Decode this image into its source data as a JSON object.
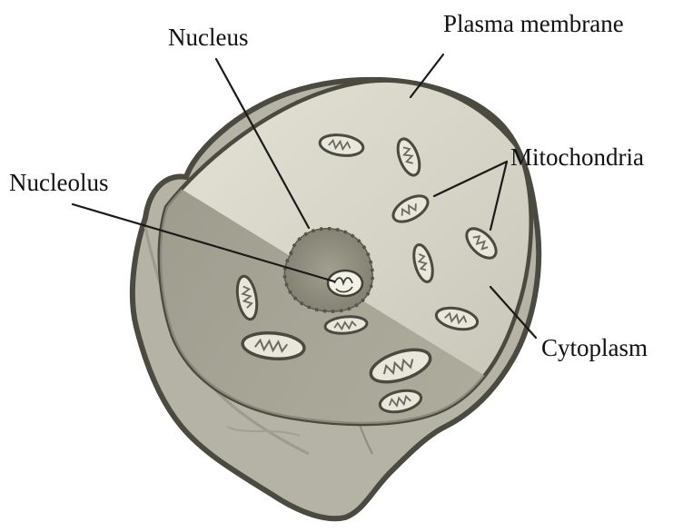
{
  "labels": {
    "plasma_membrane": "Plasma membrane",
    "nucleus": "Nucleus",
    "nucleolus": "Nucleolus",
    "mitochondria": "Mitochondria",
    "cytoplasm": "Cytoplasm"
  },
  "colors": {
    "outline": "#4a4a40",
    "body": "#b4b3a6",
    "body_light": "#c6c5b8",
    "cut_face_light": "#dcdccf",
    "cut_face_dark": "#8f8e7f",
    "nucleus_fill": "#8e8c7c",
    "mito_fill": "#e8e7dc",
    "mito_cristae": "#6a695c"
  }
}
